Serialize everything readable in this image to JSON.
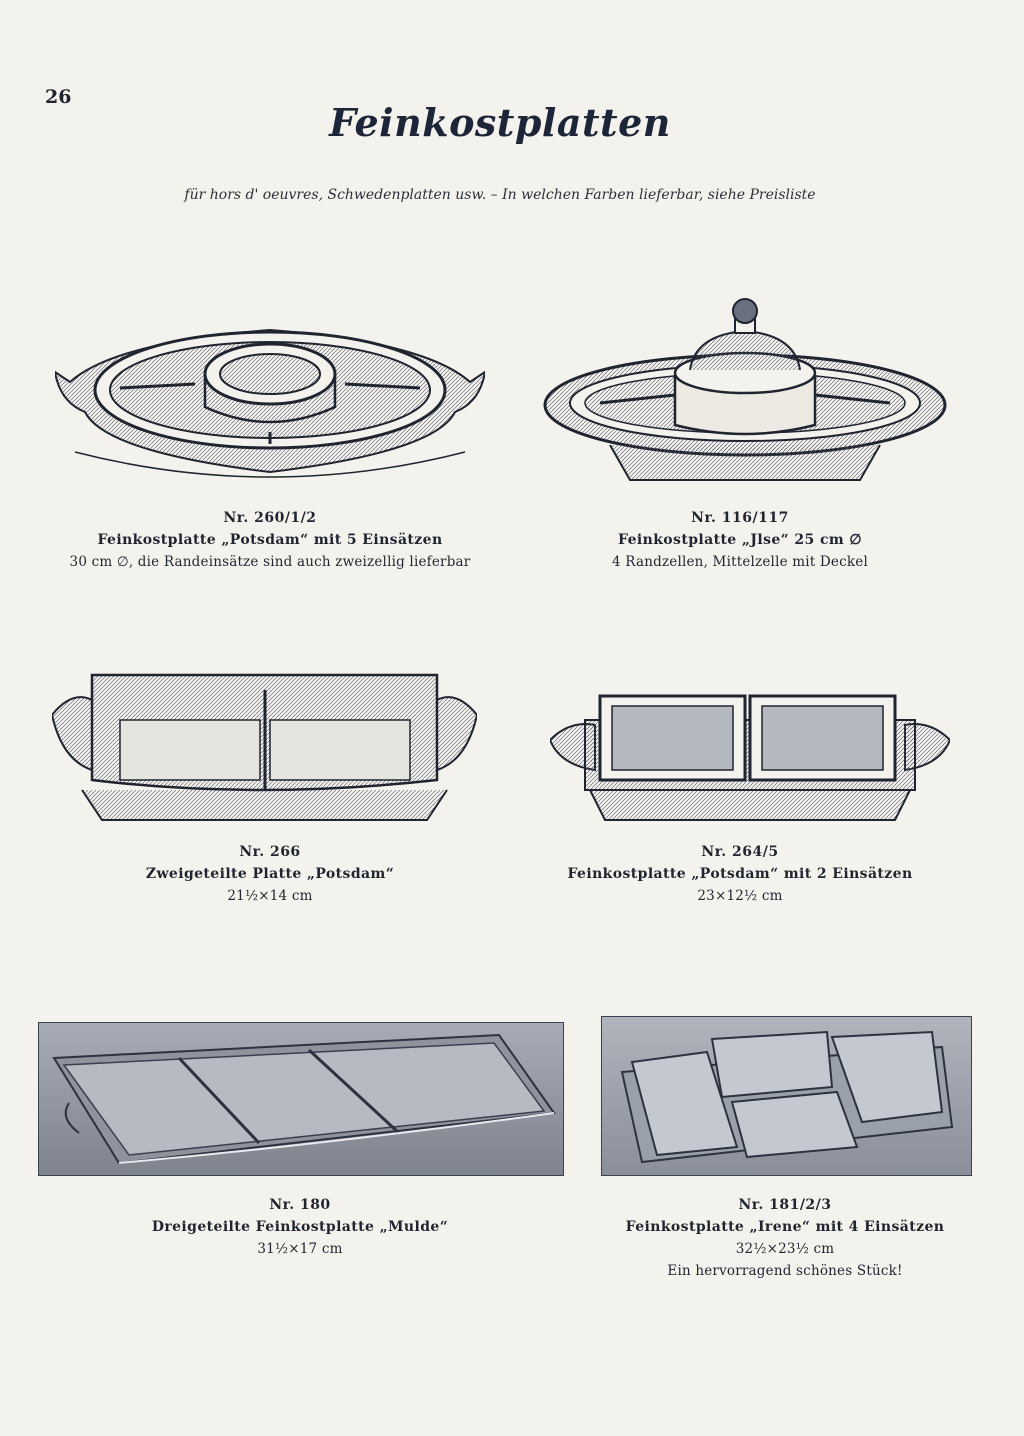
{
  "page": {
    "number": "26",
    "title": "Feinkostplatten",
    "subtitle": "für hors d' oeuvres, Schwedenplatten usw. – In welchen Farben lieferbar, siehe Preisliste"
  },
  "products": [
    {
      "nr": "Nr. 260/1/2",
      "name": "Feinkostplatte „Potsdam“ mit 5 Einsätzen",
      "details": [
        "30 cm ∅,  die Randeinsätze sind auch zweizellig lieferbar"
      ]
    },
    {
      "nr": "Nr. 116/117",
      "name": "Feinkostplatte „Jlse“  25 cm ∅",
      "details": [
        "4 Randzellen, Mittelzelle mit Deckel"
      ]
    },
    {
      "nr": "Nr. 266",
      "name": "Zweigeteilte Platte „Potsdam“",
      "details": [
        "21½×14 cm"
      ]
    },
    {
      "nr": "Nr. 264/5",
      "name": "Feinkostplatte „Potsdam“ mit 2 Einsätzen",
      "details": [
        "23×12½ cm"
      ]
    },
    {
      "nr": "Nr. 180",
      "name": "Dreigeteilte Feinkostplatte „Mulde“",
      "details": [
        "31½×17  cm"
      ]
    },
    {
      "nr": "Nr. 181/2/3",
      "name": "Feinkostplatte „Irene“ mit 4 Einsätzen",
      "details": [
        "32½×23½  cm",
        "Ein hervorragend schönes Stück!"
      ]
    }
  ],
  "colors": {
    "paper": "#f4f2ec",
    "ink": "#1e2430",
    "photo_bg": "#9ea3ad"
  }
}
